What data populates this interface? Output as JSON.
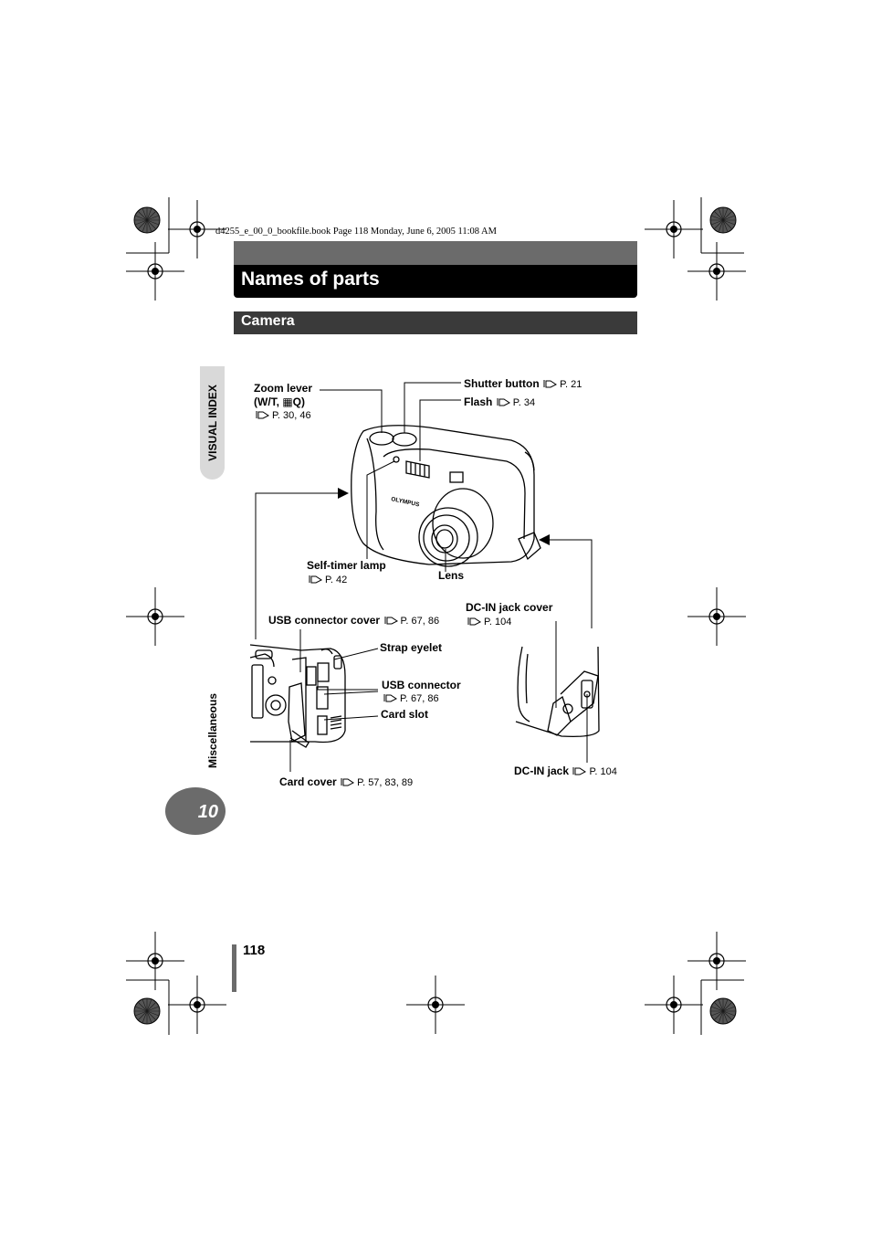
{
  "print_line": "d4255_e_00_0_bookfile.book  Page 118  Monday, June 6, 2005  11:08 AM",
  "page_title": "Names of parts",
  "section_title": "Camera",
  "side_tabs": {
    "visual_index": "VISUAL INDEX",
    "miscellaneous": "Miscellaneous"
  },
  "chapter_number": "10",
  "page_number": "118",
  "brand_on_camera": "OLYMPUS",
  "labels": {
    "zoom_lever": "Zoom lever",
    "zoom_lever_2": "(W/T, ▦Q)",
    "zoom_lever_ref": "P. 30, 46",
    "shutter_button": "Shutter button",
    "shutter_button_ref": "P. 21",
    "flash": "Flash",
    "flash_ref": "P. 34",
    "self_timer_lamp": "Self-timer lamp",
    "self_timer_lamp_ref": "P. 42",
    "lens": "Lens",
    "dc_in_jack_cover": "DC-IN jack cover",
    "dc_in_jack_cover_ref": "P. 104",
    "usb_connector_cover": "USB connector cover",
    "usb_connector_cover_ref": "P. 67, 86",
    "strap_eyelet": "Strap eyelet",
    "usb_connector": "USB connector",
    "usb_connector_ref": "P. 67, 86",
    "card_slot": "Card slot",
    "card_cover": "Card cover",
    "card_cover_ref": "P. 57, 83, 89",
    "dc_in_jack": "DC-IN jack",
    "dc_in_jack_ref": "P. 104"
  }
}
